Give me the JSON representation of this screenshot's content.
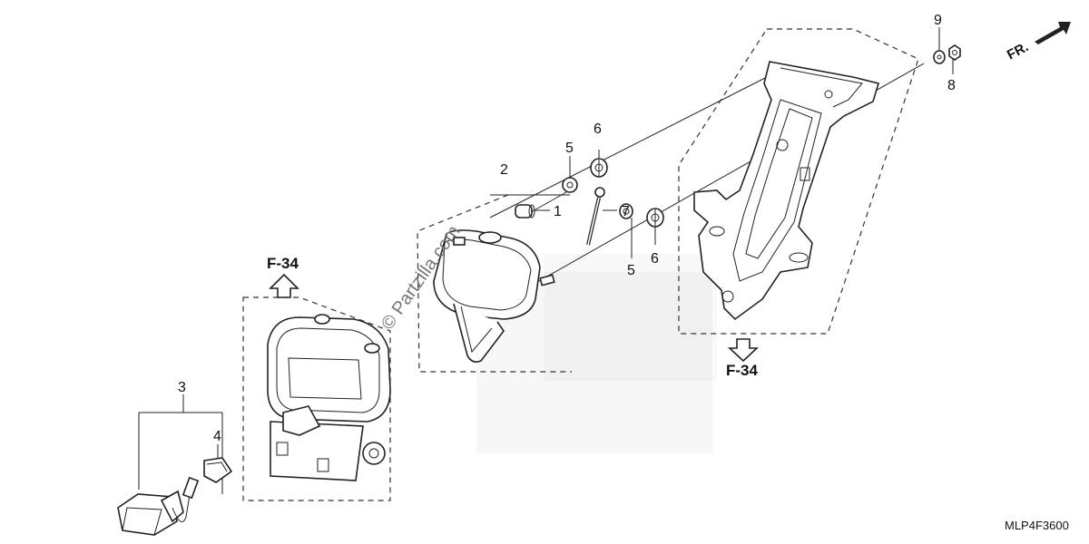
{
  "diagram": {
    "callouts": {
      "c1": "1",
      "c2": "2",
      "c3": "3",
      "c4": "4",
      "c5a": "5",
      "c5b": "5",
      "c6a": "6",
      "c6b": "6",
      "c7": "7",
      "c8": "8",
      "c9": "9"
    },
    "references": {
      "left": "F-34",
      "right": "F-34"
    },
    "direction_label": "FR.",
    "diagram_code": "MLP4F3600",
    "watermark": "© Partzilla.com"
  }
}
